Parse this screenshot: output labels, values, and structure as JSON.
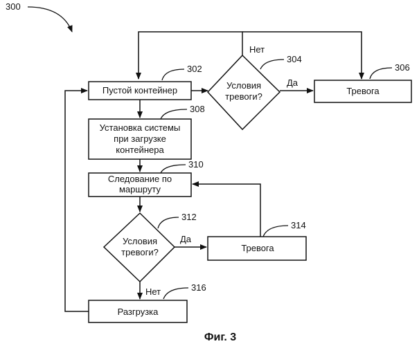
{
  "figure": {
    "number": "300",
    "caption": "Фиг. 3"
  },
  "nodes": {
    "empty_container": {
      "ref": "302",
      "label": "Пустой контейнер"
    },
    "alarm_condition_top": {
      "ref": "304",
      "line1": "Условия",
      "line2": "тревоги?"
    },
    "alarm_top": {
      "ref": "306",
      "label": "Тревога"
    },
    "system_setup": {
      "ref": "308",
      "line1": "Установка системы",
      "line2": "при загрузке",
      "line3": "контейнера"
    },
    "route_following": {
      "ref": "310",
      "line1": "Следование по",
      "line2": "маршруту"
    },
    "alarm_condition_bottom": {
      "ref": "312",
      "line1": "Условия",
      "line2": "тревоги?"
    },
    "alarm_bottom": {
      "ref": "314",
      "label": "Тревога"
    },
    "unloading": {
      "ref": "316",
      "label": "Разгрузка"
    }
  },
  "edges": {
    "top_no": "Нет",
    "top_yes": "Да",
    "bottom_yes": "Да",
    "bottom_no": "Нет"
  }
}
